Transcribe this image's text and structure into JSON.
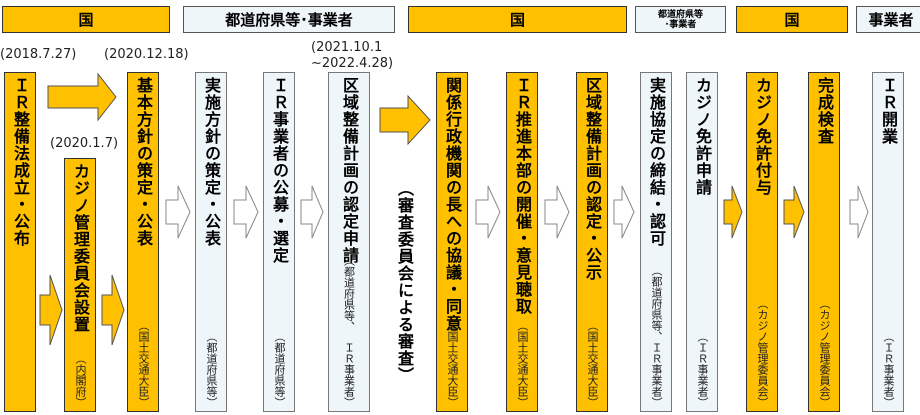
{
  "headers": [
    "国",
    "都道府県等･事業者",
    "国",
    "都道府県等\n･事業者",
    "国",
    "事業者"
  ],
  "dates": {
    "d1": "(2018.7.27)",
    "d2": "(2020.1.7)",
    "d3": "(2020.12.18)",
    "d4a": "(2021.10.1",
    "d4b": "~2022.4.28)"
  },
  "steps": [
    {
      "title": "ＩＲ整備法成立・公布",
      "sub": ""
    },
    {
      "title": "カジノ管理委員会設置",
      "sub": "（内閣府）"
    },
    {
      "title": "基本方針の策定・公表",
      "sub": "（国土交通大臣）"
    },
    {
      "title": "実施方針の策定・公表",
      "sub": "（都道府県等）"
    },
    {
      "title": "ＩＲ事業者の公募・選定",
      "sub": "（都道府県等）"
    },
    {
      "title": "区域整備計画の認定申請",
      "sub_a": "（都道府県等、",
      "sub_b": "ＩＲ事業者）"
    },
    {
      "title": "関係行政機関の長への協議・同意",
      "sub": "（国土交通大臣）"
    },
    {
      "title": "ＩＲ推進本部の開催・意見聴取",
      "sub": "（国土交通大臣）"
    },
    {
      "title": "区域整備計画の認定・公示",
      "sub": "（国土交通大臣）"
    },
    {
      "title": "実施協定の締結・認可",
      "sub": "（都道府県等、ＩＲ事業者）"
    },
    {
      "title": "カジノ免許申請",
      "sub": "（ＩＲ事業者）"
    },
    {
      "title": "カジノ免許付与",
      "sub": "（カジノ管理委員会）"
    },
    {
      "title": "完成検査",
      "sub": "（カジノ管理委員会）"
    },
    {
      "title": "ＩＲ開業",
      "sub": "（ＩＲ事業者）"
    }
  ],
  "review": "（審査委員会による審査）",
  "colors": {
    "gov": "#FFC000",
    "local": "#EEF6FA"
  }
}
